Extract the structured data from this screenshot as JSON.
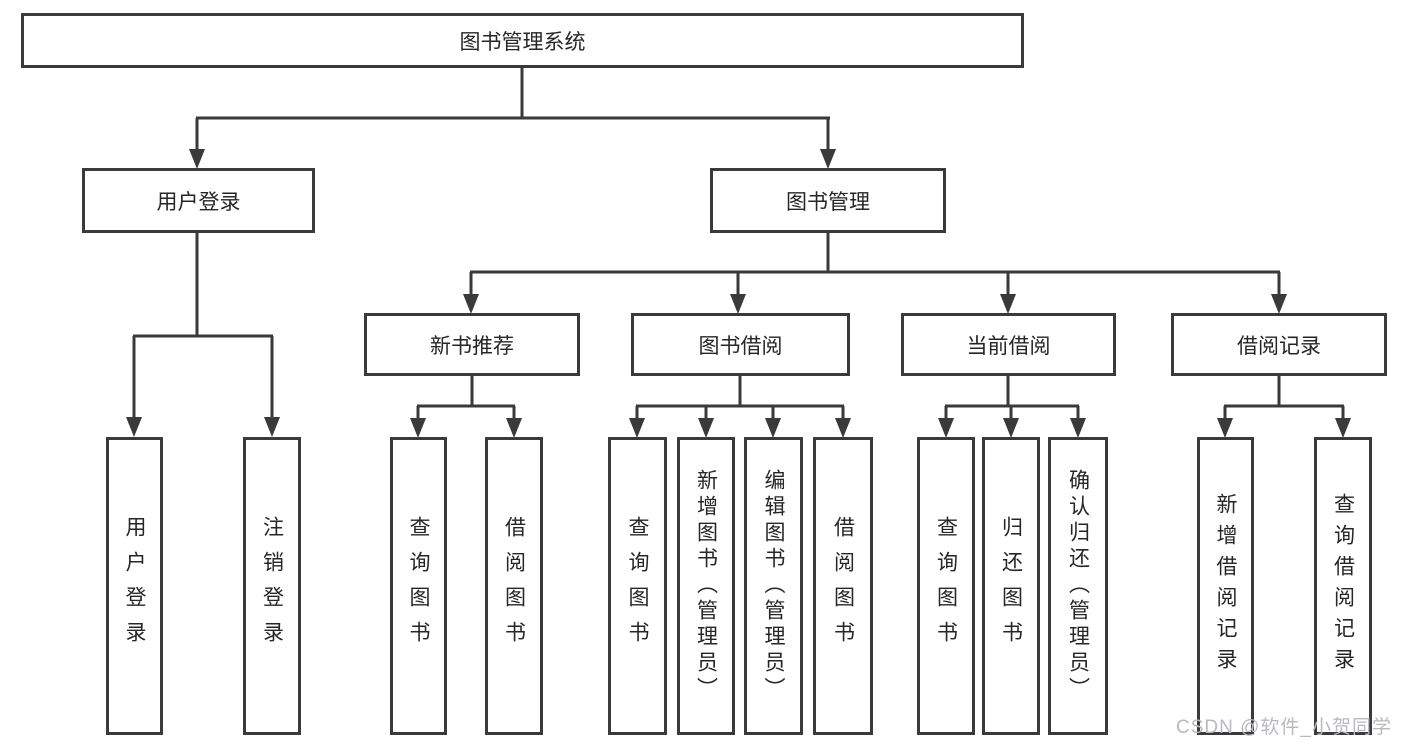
{
  "tree": {
    "root_label": "图书管理系统",
    "login": {
      "label": "用户登录",
      "children": [
        "用户登录",
        "注销登录"
      ]
    },
    "management": {
      "label": "图书管理",
      "groups": [
        {
          "label": "新书推荐",
          "children": [
            "查询图书",
            "借阅图书"
          ]
        },
        {
          "label": "图书借阅",
          "children": [
            "查询图书",
            "新增图书（管理员）",
            "编辑图书（管理员）",
            "借阅图书"
          ]
        },
        {
          "label": "当前借阅",
          "children": [
            "查询图书",
            "归还图书",
            "确认归还（管理员）"
          ]
        },
        {
          "label": "借阅记录",
          "children": [
            "新增借阅记录",
            "查询借阅记录"
          ]
        }
      ]
    }
  },
  "watermark": "CSDN @软件_小贺同学",
  "colors": {
    "line": "#3a3a3a",
    "box_border": "#3a3a3a",
    "text": "#262626",
    "background": "#ffffff",
    "watermark": "#b9b9bf"
  }
}
